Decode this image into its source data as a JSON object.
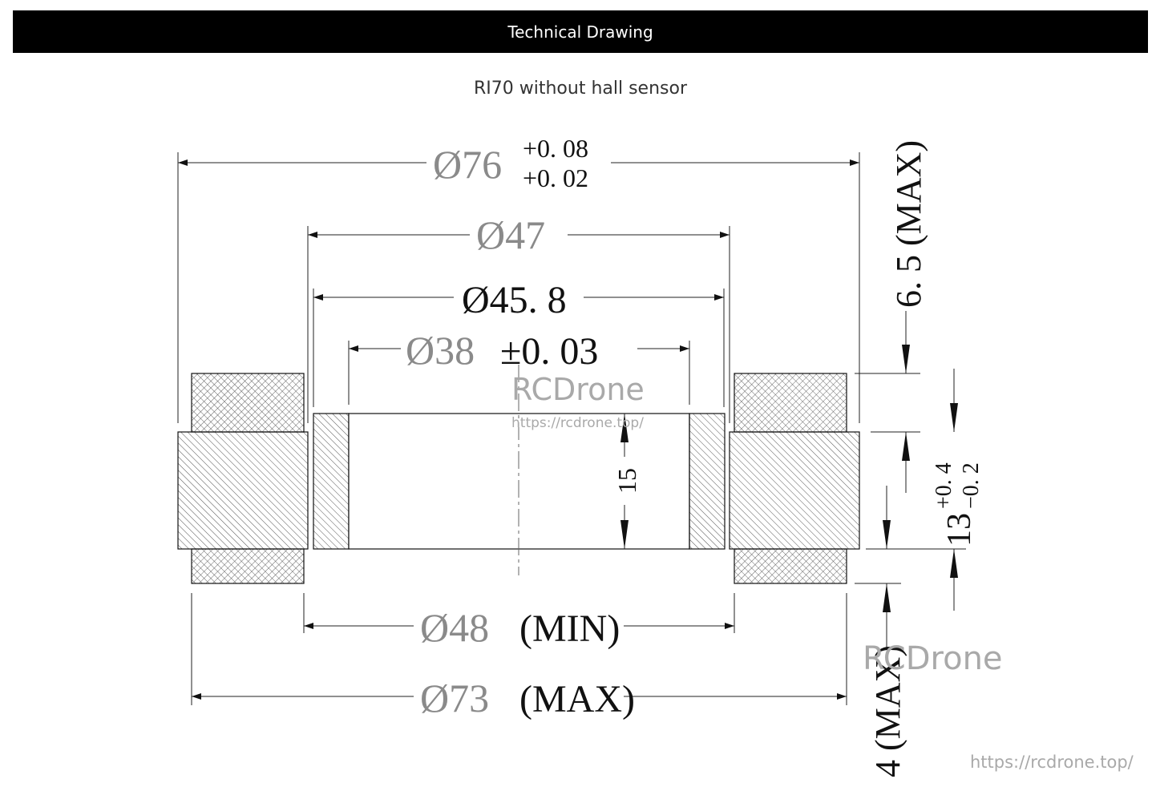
{
  "header": {
    "title": "Technical Drawing"
  },
  "subtitle": "RI70 without hall sensor",
  "dimensions": {
    "d76": "Ø76",
    "d76_tol_upper": "+0. 08",
    "d76_tol_lower": "+0. 02",
    "d47": "Ø47",
    "d45_8": "Ø45. 8",
    "d38": "Ø38",
    "d38_tol": "±0. 03",
    "h15": "15",
    "d48": "Ø48",
    "d48_note": "(MIN)",
    "d73": "Ø73",
    "d73_note": "(MAX)",
    "h6_5": "6. 5 (MAX)",
    "h13": "13",
    "h13_tol_upper": "+0. 4",
    "h13_tol_lower": "−0. 2",
    "h4": "4 (MAX)"
  },
  "watermarks": {
    "brand_center": "RCDrone",
    "url_center": "https://rcdrone.top/",
    "brand_bottom": "RCDrone",
    "url_bottom": "https://rcdrone.top/"
  },
  "colors": {
    "header_bg": "#000000",
    "header_text": "#ffffff",
    "line": "#111111",
    "gray_text": "#8a8a8a",
    "watermark": "#a9a9a9"
  }
}
